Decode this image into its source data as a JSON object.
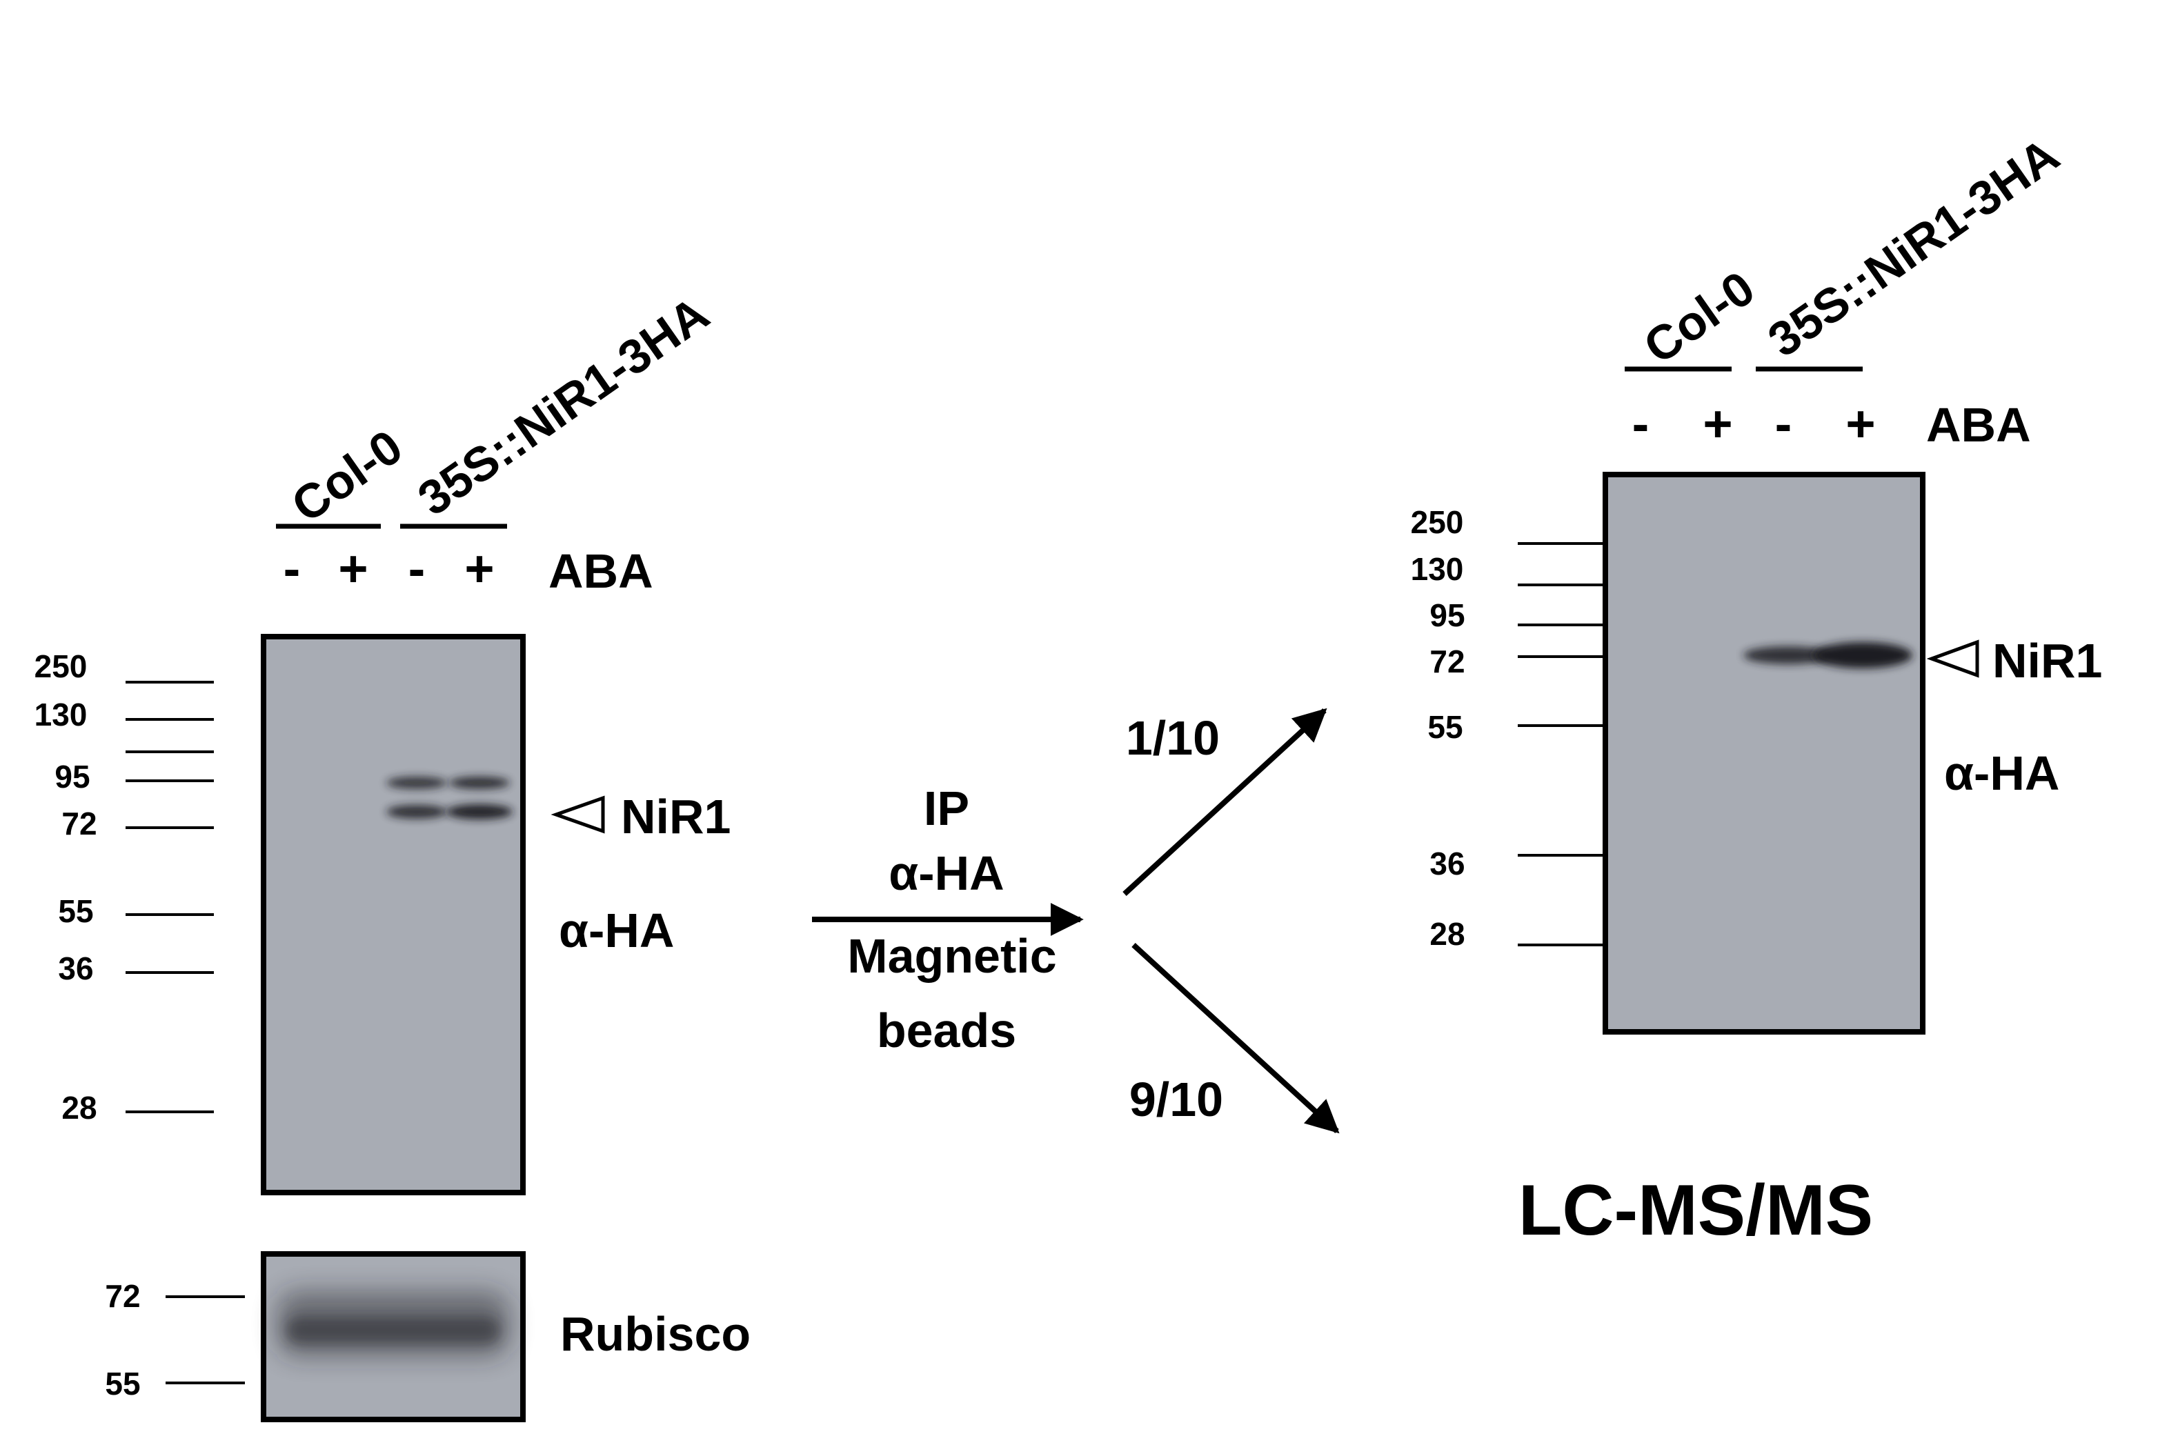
{
  "colors": {
    "blot_fill": "#a8acb4",
    "band": "#1c1e24",
    "ink": "#000000"
  },
  "left_panel": {
    "groups": {
      "control": "Col-0",
      "transgenic": "35S::NiR1-3HA"
    },
    "treatment": {
      "minus": "-",
      "plus": "+",
      "label": "ABA"
    },
    "markers": [
      "250",
      "130",
      "95",
      "72",
      "55",
      "36",
      "28"
    ],
    "band_label": "NiR1",
    "band_icon": "open-triangle-pointer",
    "antibody": "α-HA",
    "bands": [
      {
        "lane": 3,
        "size_kda": 88,
        "intensity": 0.8
      },
      {
        "lane": 4,
        "size_kda": 88,
        "intensity": 0.85
      },
      {
        "lane": 3,
        "size_kda": 76,
        "intensity": 0.85
      },
      {
        "lane": 4,
        "size_kda": 76,
        "intensity": 0.95
      }
    ],
    "loading_control": {
      "label": "Rubisco",
      "markers": [
        "72",
        "55"
      ]
    }
  },
  "center": {
    "step": "IP",
    "antibody": "α-HA",
    "reagent_line1": "Magnetic",
    "reagent_line2": "beads",
    "fraction_upper": "1/10",
    "fraction_lower": "9/10"
  },
  "right_panel": {
    "groups": {
      "control": "Col-0",
      "transgenic": "35S::NiR1-3HA"
    },
    "treatment": {
      "minus": "-",
      "plus": "+",
      "label": "ABA"
    },
    "markers": [
      "250",
      "130",
      "95",
      "72",
      "55",
      "36",
      "28"
    ],
    "band_label": "NiR1",
    "band_icon": "open-triangle-pointer",
    "antibody": "α-HA",
    "bands": [
      {
        "lane": 3,
        "size_kda": 76,
        "intensity": 0.85
      },
      {
        "lane": 4,
        "size_kda": 76,
        "intensity": 1.0
      }
    ]
  },
  "analysis": "LC-MS/MS"
}
